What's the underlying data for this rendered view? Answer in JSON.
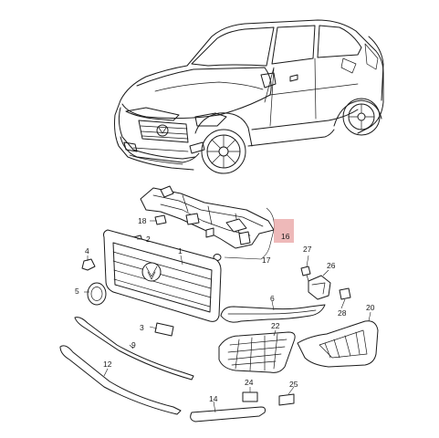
{
  "callouts": {
    "c1": "1",
    "c2": "2",
    "c3": "3",
    "c4": "4",
    "c5": "5",
    "c6": "6",
    "c9": "9",
    "c12": "12",
    "c14": "14",
    "c16": "16",
    "c17": "17",
    "c18": "18",
    "c20": "20",
    "c22": "22",
    "c24": "24",
    "c25": "25",
    "c26": "26",
    "c27": "27",
    "c28": "28"
  },
  "colors": {
    "line": "#1a1a1a",
    "highlight": "#e8a2a2",
    "background": "#ffffff"
  }
}
